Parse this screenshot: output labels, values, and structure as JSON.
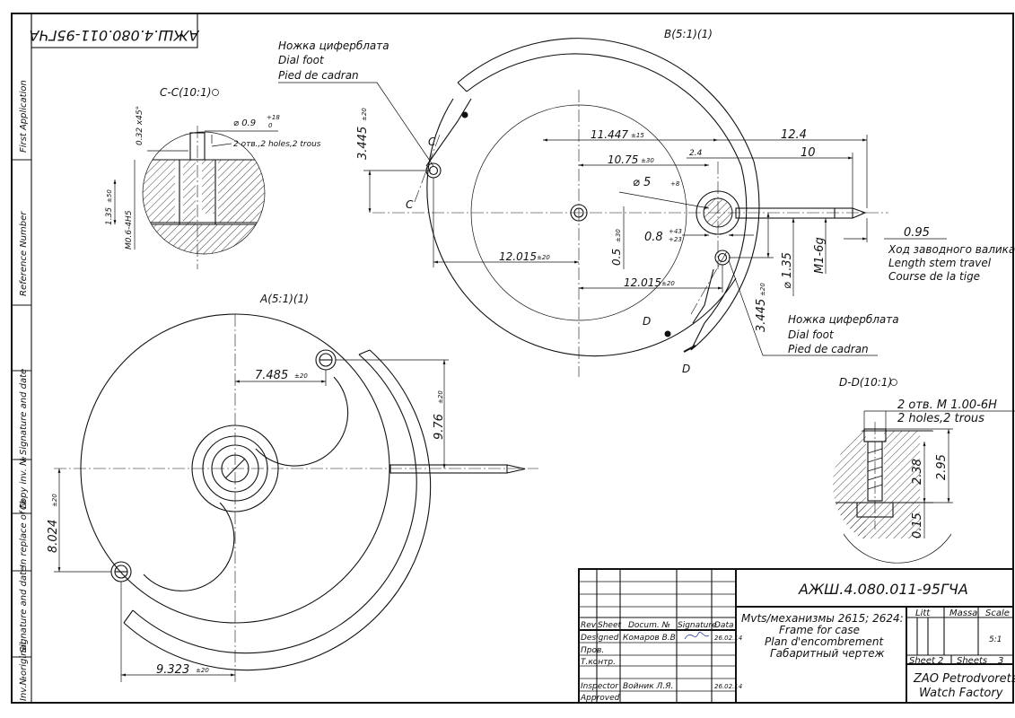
{
  "stamp_top": "АЖШ.4.080.011-95ГЧА",
  "side_strip": [
    "First Application",
    "Reference Number",
    "Signature and date",
    "Copy inv. №",
    "In replace of №",
    "Signature and date",
    "Inv.№original"
  ],
  "view_cc": {
    "title": "C-C(10:1)",
    "dim_diam": "⌀ 0.9",
    "dim_diam_tol_up": "+18",
    "dim_diam_tol_lo": "0",
    "holes": "2 отв.,2 holes,2 trous",
    "chamfer": "0.32 x45°",
    "d135": "1.35",
    "d135_tol": "±50",
    "thread": "M0.6-4H5"
  },
  "view_b": {
    "title": "B(5:1)(1)",
    "callout_top": [
      "Ножка циферблата",
      "Dial foot",
      "Pied de cadran"
    ],
    "callout_bottom": [
      "Ножка циферблата",
      "Dial foot",
      "Pied de cadran"
    ],
    "d11447": "11.447",
    "d11447_tol": "±15",
    "d124": "12.4",
    "d10": "10",
    "d1075": "10.75",
    "d1075_tol": "±30",
    "d24": "2.4",
    "d5": "⌀ 5",
    "d5_tol": "+8",
    "d3445a": "3.445",
    "d3445a_tol": "±20",
    "d12015a": "12.015",
    "d12015a_tol": "±20",
    "d05": "0.5",
    "d05_tol": "±30",
    "d08": "0.8",
    "d08_tol_up": "+43",
    "d08_tol_lo": "+23",
    "d12015b": "12.015",
    "d12015b_tol": "±20",
    "d135": "⌀ 1.35",
    "m16g": "M1-6g",
    "d3445b": "3.445",
    "d3445b_tol": "±20",
    "d095": "0.95",
    "stem": [
      "Ход заводного валика",
      "Length stem travel",
      "Course de la tige"
    ],
    "label_c": "C",
    "label_d": "D"
  },
  "view_a": {
    "title": "A(5:1)(1)",
    "d7485": "7.485",
    "d7485_tol": "±20",
    "d976": "9.76",
    "d976_tol": "±20",
    "d8024": "8.024",
    "d8024_tol": "±20",
    "d9323": "9.323",
    "d9323_tol": "±20"
  },
  "view_dd": {
    "title": "D-D(10:1)",
    "holes1": "2 отв. M 1.00-6H",
    "holes2": "2 holes,2 trous",
    "d238": "2.38",
    "d295": "2.95",
    "d015": "0.15"
  },
  "title_block": {
    "code": "АЖШ.4.080.011-95ГЧА",
    "name": [
      "Mvts/механизмы 2615; 2624:",
      "Frame for case",
      "Plan d'encombrement",
      "Габаритный чертеж"
    ],
    "hdr": [
      "Rev",
      "Sheet",
      "Docum. №",
      "Signature",
      "Data"
    ],
    "rows": [
      "Designed",
      "Пров.",
      "Т.контр.",
      "Inspector",
      "Approved"
    ],
    "designer": "Комаров В.В.",
    "designer_date": "26.02.14",
    "inspector": "Войник Л.Я.",
    "inspector_date": "26.02.14",
    "litt": "Litt",
    "massa": "Massa",
    "scale": "Scale",
    "scale_val": "5:1",
    "sheet_label": "Sheet",
    "sheet_val": "2",
    "sheets_label": "Sheets",
    "sheets_val": "3",
    "company": [
      "ZAO Petrodvorets",
      "Watch Factory"
    ]
  }
}
